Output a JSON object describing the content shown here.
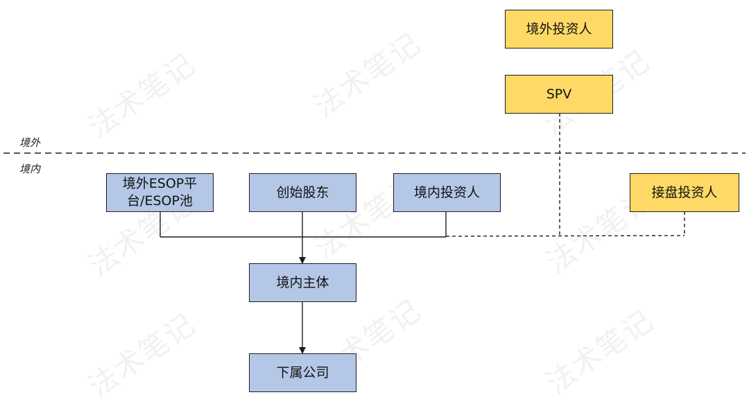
{
  "regions": {
    "offshore": "境外",
    "onshore": "境内"
  },
  "nodes": {
    "offshore_investor": "境外投资人",
    "spv": "SPV",
    "esop": "境外ESOP平\n台/ESOP池",
    "founder": "创始股东",
    "domestic_investor": "境内投资人",
    "takeover_investor": "接盘投资人",
    "domestic_entity": "境内主体",
    "subsidiary": "下属公司"
  },
  "watermark": "法术笔记",
  "colors": {
    "domestic_box": "#b4c7e7",
    "foreign_box": "#ffd966",
    "line": "#1c1c1c"
  }
}
